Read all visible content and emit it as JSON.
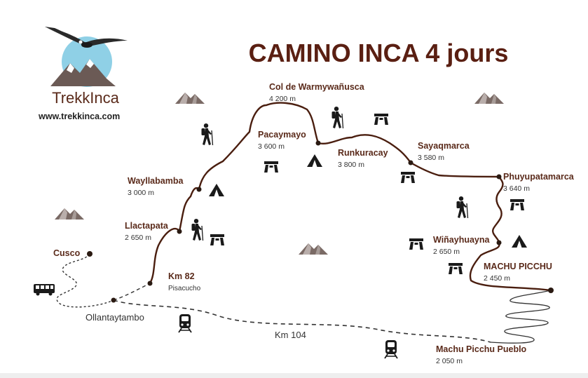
{
  "title": "CAMINO INCA 4 jours",
  "logo": {
    "brand": "TrekkInca",
    "url": "www.trekkinca.com"
  },
  "colors": {
    "trail": "#4a1e0f",
    "title": "#5a1f12",
    "mountain": "#6b5a55",
    "sky": "#8fd0e6"
  },
  "places": [
    {
      "id": "cusco",
      "name": "Cusco",
      "elev": ""
    },
    {
      "id": "km82",
      "name": "Km 82",
      "elev": "",
      "sub": "Pisacucho"
    },
    {
      "id": "llactapata",
      "name": "Llactapata",
      "elev": "2 650 m"
    },
    {
      "id": "wayllabamba",
      "name": "Wayllabamba",
      "elev": "3 000 m"
    },
    {
      "id": "col",
      "name": "Col de Warmywañusca",
      "elev": "4 200 m"
    },
    {
      "id": "pacaymayo",
      "name": "Pacaymayo",
      "elev": "3 600 m"
    },
    {
      "id": "runkuracay",
      "name": "Runkuracay",
      "elev": "3 800 m"
    },
    {
      "id": "sayaqmarca",
      "name": "Sayaqmarca",
      "elev": "3 580 m"
    },
    {
      "id": "phuyupatamarca",
      "name": "Phuyupatamarca",
      "elev": "3 640 m"
    },
    {
      "id": "winayhuayna",
      "name": "Wiñayhuayna",
      "elev": "2 650 m"
    },
    {
      "id": "machupicchu",
      "name": "MACHU PICCHU",
      "elev": "2 450 m"
    },
    {
      "id": "pueblo",
      "name": "Machu Picchu Pueblo",
      "elev": "2 050 m"
    },
    {
      "id": "ollantaytambo",
      "name": "Ollantaytambo",
      "elev": ""
    }
  ],
  "route_labels": {
    "km104": "Km 104"
  },
  "icons": {
    "hiker": "hiker-icon",
    "tent": "tent-icon",
    "ruins": "ruins-icon",
    "train": "train-icon",
    "bus": "bus-icon",
    "mountain": "mountain-icon"
  }
}
